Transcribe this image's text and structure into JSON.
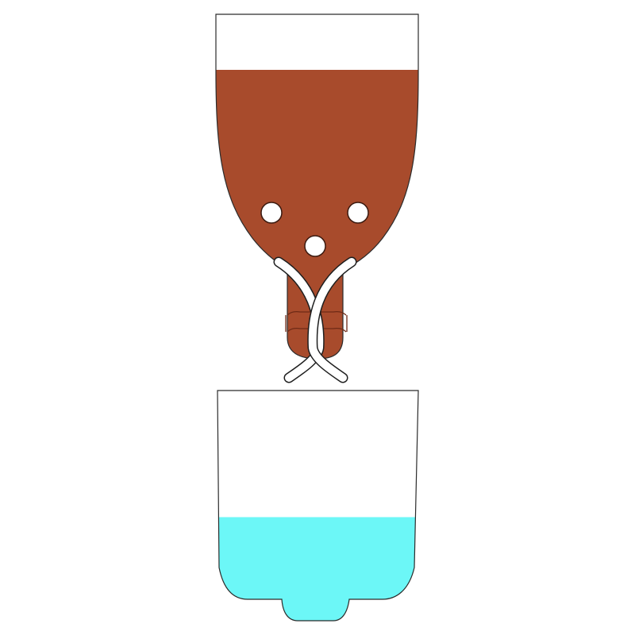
{
  "diagram": {
    "colors": {
      "soil": "#a84b2c",
      "water": "#6cf7f7",
      "outline": "#2b2b2b",
      "background": "#ffffff"
    },
    "upper_bottle": {
      "contents": "soil",
      "drainage_holes": 3
    },
    "wick": {
      "strands": 2
    },
    "reservoir": {
      "contents": "water",
      "fill_fraction": 0.45
    }
  }
}
